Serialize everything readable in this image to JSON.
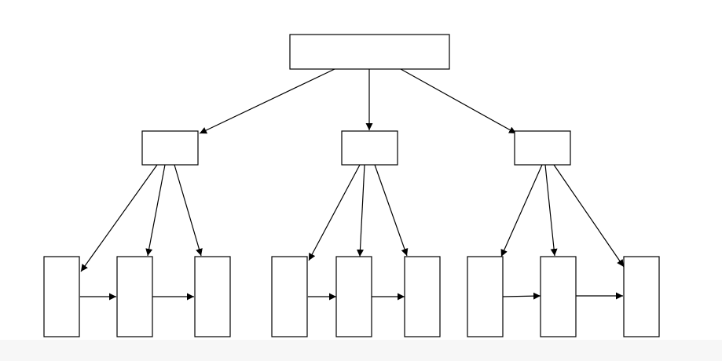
{
  "diagram": {
    "type": "tree",
    "nodes": [
      {
        "id": "root",
        "label": ""
      },
      {
        "id": "mid-left",
        "label": ""
      },
      {
        "id": "mid-center",
        "label": ""
      },
      {
        "id": "mid-right",
        "label": ""
      },
      {
        "id": "leaf-1",
        "label": ""
      },
      {
        "id": "leaf-2",
        "label": ""
      },
      {
        "id": "leaf-3",
        "label": ""
      },
      {
        "id": "leaf-4",
        "label": ""
      },
      {
        "id": "leaf-5",
        "label": ""
      },
      {
        "id": "leaf-6",
        "label": ""
      },
      {
        "id": "leaf-7",
        "label": ""
      },
      {
        "id": "leaf-8",
        "label": ""
      },
      {
        "id": "leaf-9",
        "label": ""
      }
    ],
    "edges": [
      {
        "from": "root",
        "to": "mid-left",
        "direction": "forward"
      },
      {
        "from": "root",
        "to": "mid-center",
        "direction": "forward"
      },
      {
        "from": "root",
        "to": "mid-right",
        "direction": "forward"
      },
      {
        "from": "mid-left",
        "to": "leaf-1",
        "direction": "forward"
      },
      {
        "from": "mid-left",
        "to": "leaf-2",
        "direction": "forward"
      },
      {
        "from": "mid-left",
        "to": "leaf-3",
        "direction": "forward"
      },
      {
        "from": "mid-center",
        "to": "leaf-4",
        "direction": "forward"
      },
      {
        "from": "mid-center",
        "to": "leaf-5",
        "direction": "forward"
      },
      {
        "from": "mid-center",
        "to": "leaf-6",
        "direction": "forward"
      },
      {
        "from": "mid-right",
        "to": "leaf-7",
        "direction": "forward"
      },
      {
        "from": "mid-right",
        "to": "leaf-8",
        "direction": "forward"
      },
      {
        "from": "mid-right",
        "to": "leaf-9",
        "direction": "forward"
      },
      {
        "from": "leaf-1",
        "to": "leaf-2",
        "direction": "both"
      },
      {
        "from": "leaf-2",
        "to": "leaf-3",
        "direction": "both"
      },
      {
        "from": "leaf-4",
        "to": "leaf-5",
        "direction": "both"
      },
      {
        "from": "leaf-5",
        "to": "leaf-6",
        "direction": "both"
      },
      {
        "from": "leaf-7",
        "to": "leaf-8",
        "direction": "both"
      },
      {
        "from": "leaf-8",
        "to": "leaf-9",
        "direction": "both"
      }
    ],
    "colors": {
      "stroke": "#000000",
      "fill": "#ffffff",
      "background": "#ffffff"
    }
  }
}
